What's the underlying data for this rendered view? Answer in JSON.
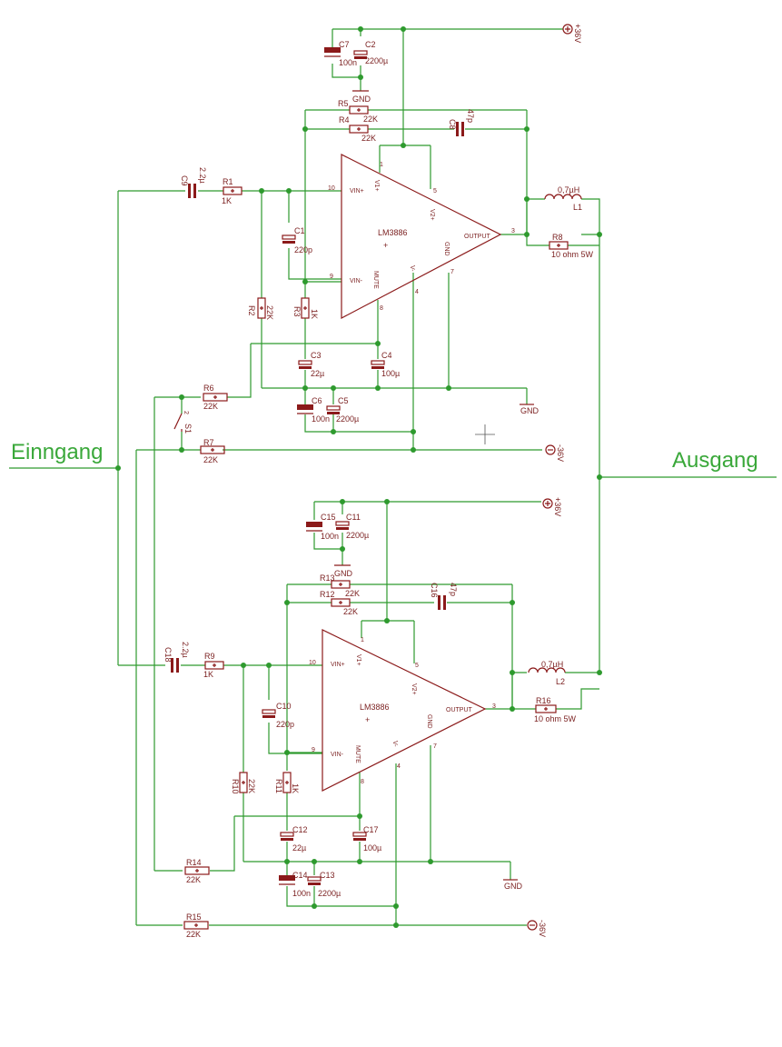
{
  "io": {
    "input": "Einngang",
    "output": "Ausgang"
  },
  "colors": {
    "wire": "#2e9a2e",
    "component": "#8b1a1a",
    "io_text": "#3aa83a"
  },
  "stage1": {
    "amp": {
      "name": "LM3886",
      "plus": "+",
      "pin_vinp": "VIN+",
      "pin_vinm": "VIN-",
      "pin_v1p": "V1+",
      "pin_v2p": "V2+",
      "pin_gnd": "GND",
      "pin_mute": "MUTE",
      "pin_vm": "V-",
      "pin_out": "OUTPUT",
      "n10": "10",
      "n9": "9",
      "n1": "1",
      "n5": "5",
      "n3": "3",
      "n7": "7",
      "n4": "4",
      "n8": "8"
    },
    "c7": "C7",
    "c7v": "100n",
    "c2": "C2",
    "c2v": "2200µ",
    "gnd_top": "GND",
    "r5": "R5",
    "r5v": "22K",
    "r4": "R4",
    "r4v": "22K",
    "c8": "C8",
    "c8v": "47p",
    "c9": "C9",
    "c9v": "2.2µ",
    "r1": "R1",
    "r1v": "1K",
    "c1": "C1",
    "c1v": "220p",
    "r2": "R2",
    "r2v": "22K",
    "r3": "R3",
    "r3v": "1K",
    "c3": "C3",
    "c3v": "22µ",
    "c4": "C4",
    "c4v": "100µ",
    "c6": "C6",
    "c6v": "100n",
    "c5": "C5",
    "c5v": "2200µ",
    "gnd": "GND",
    "r6": "R6",
    "r6v": "22K",
    "s1": "S1",
    "s1n": "2",
    "r7": "R7",
    "r7v": "22K",
    "l1": "L1",
    "l1v": "0,7µH",
    "r8": "R8",
    "r8v": "10 ohm 5W",
    "vpos": "+36V",
    "vneg": "-36V"
  },
  "stage2": {
    "amp": {
      "name": "LM3886",
      "plus": "+",
      "pin_vinp": "VIN+",
      "pin_vinm": "VIN-",
      "pin_v1p": "V1+",
      "pin_v2p": "V2+",
      "pin_gnd": "GND",
      "pin_mute": "MUTE",
      "pin_vm": "V-",
      "pin_out": "OUTPUT",
      "n10": "10",
      "n9": "9",
      "n1": "1",
      "n5": "5",
      "n3": "3",
      "n7": "7",
      "n4": "4",
      "n8": "8"
    },
    "c15": "C15",
    "c15v": "100n",
    "c11": "C11",
    "c11v": "2200µ",
    "gnd_top": "GND",
    "r13": "R13",
    "r13v": "22K",
    "r12": "R12",
    "r12v": "22K",
    "c16": "C16",
    "c16v": "47p",
    "c18": "C18",
    "c18v": "2.2µ",
    "r9": "R9",
    "r9v": "1K",
    "c10": "C10",
    "c10v": "220p",
    "r10": "R10",
    "r10v": "22K",
    "r11": "R11",
    "r11v": "1K",
    "c12": "C12",
    "c12v": "22µ",
    "c17": "C17",
    "c17v": "100µ",
    "c14": "C14",
    "c14v": "100n",
    "c13": "C13",
    "c13v": "2200µ",
    "gnd": "GND",
    "r14": "R14",
    "r14v": "22K",
    "r15": "R15",
    "r15v": "22K",
    "l2": "L2",
    "l2v": "0,7µH",
    "r16": "R16",
    "r16v": "10 ohm 5W",
    "vpos": "+36V",
    "vneg": "-36V"
  }
}
